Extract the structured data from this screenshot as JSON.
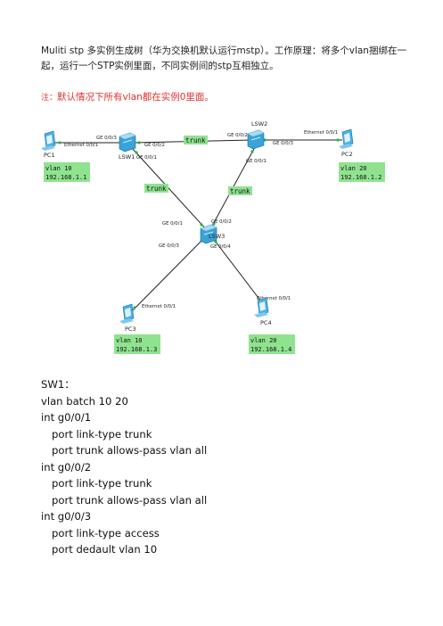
{
  "intro": "Muliti stp 多实例生成树（华为交换机默认运行mstp）。工作原理：将多个vlan捆绑在一起，运行一个STP实例里面，不同实例间的stp互相独立。",
  "note": {
    "label": "注：",
    "text": "默认情况下所有vlan都在实例0里面。"
  },
  "topology": {
    "devices": {
      "lsw1": "LSW1",
      "lsw2": "LSW2",
      "lsw3": "LSW3",
      "pc1": "PC1",
      "pc2": "PC2",
      "pc3": "PC3",
      "pc4": "PC4"
    },
    "ports": {
      "pc1_e": "Ethernet 0/0/1",
      "lsw1_ge3": "GE 0/0/3",
      "lsw1_ge2": "GE 0/0/2",
      "lsw1_ge1": "GE 0/0/1",
      "lsw2_ge2": "GE 0/0/2",
      "lsw2_ge3": "GE 0/0/3",
      "lsw2_ge1": "GE 0/0/1",
      "pc2_e": "Ethernet 0/0/1",
      "lsw3_ge1": "GE 0/0/1",
      "lsw3_ge2": "GE 0/0/2",
      "lsw3_ge3": "GE 0/0/3",
      "lsw3_ge4": "GE 0/0/4",
      "pc3_e": "Ethernet 0/0/1",
      "pc4_e": "Ethernet 0/0/1"
    },
    "links": {
      "l12": "trunk",
      "l13": "trunk",
      "l23": "trunk"
    },
    "pc_info": {
      "pc1": [
        "vlan 10",
        "192.168.1.1"
      ],
      "pc2": [
        "vlan 20",
        "192.168.1.2"
      ],
      "pc3": [
        "vlan 10",
        "192.168.1.3"
      ],
      "pc4": [
        "vlan 20",
        "192.168.1.4"
      ]
    }
  },
  "code_lines": [
    {
      "text": "SW1：",
      "indent": false
    },
    {
      "text": "vlan batch 10 20",
      "indent": false
    },
    {
      "text": "int g0/0/1",
      "indent": false
    },
    {
      "text": "port link-type trunk",
      "indent": true
    },
    {
      "text": "port trunk allows-pass vlan all",
      "indent": true
    },
    {
      "text": "int g0/0/2",
      "indent": false
    },
    {
      "text": "port link-type trunk",
      "indent": true
    },
    {
      "text": "port trunk allows-pass vlan all",
      "indent": true
    },
    {
      "text": "int g0/0/3",
      "indent": false
    },
    {
      "text": "port link-type access",
      "indent": true
    },
    {
      "text": "port dedault vlan 10",
      "indent": true
    }
  ],
  "colors": {
    "note": "#e0332e",
    "trunk_label_bg": "#8fe38f",
    "info_box_bg": "#8fe38f",
    "switch": "#3aa3d8",
    "pc": "#4cb0e6"
  }
}
